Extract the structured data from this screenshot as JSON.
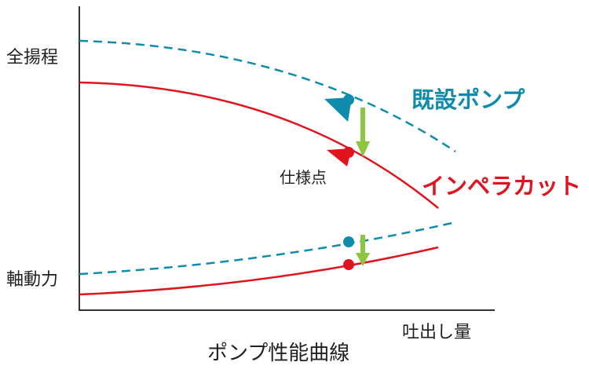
{
  "labels": {
    "y_head": "全揚程",
    "y_power": "軸動力",
    "x_flow": "吐出し量",
    "existing_pump": "既設ポンプ",
    "impeller_cut": "インペラカット",
    "duty_point": "仕様点",
    "caption": "ポンプ性能曲線"
  },
  "colors": {
    "existing": "#0f8cab",
    "impeller_cut": "#e0141e",
    "arrow": "#8cc63f",
    "axis": "#333333"
  }
}
